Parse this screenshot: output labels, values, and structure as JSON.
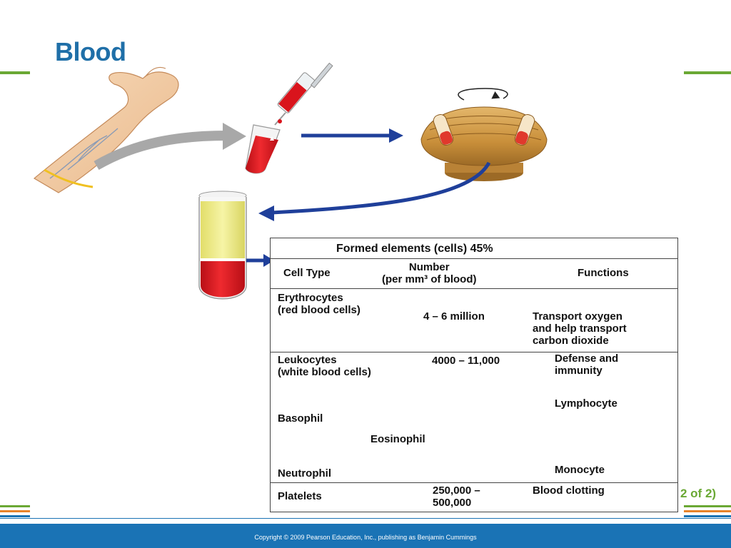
{
  "slide": {
    "title": "Blood",
    "page_count": "2 of 2)",
    "copyright": "Copyright © 2009 Pearson Education, Inc., publishing as Benjamin Cummings"
  },
  "colors": {
    "title": "#1f6fa8",
    "accent_green": "#6aa834",
    "accent_orange": "#e8832a",
    "footer_blue": "#1a73b5",
    "arrow_blue": "#1f3f9a",
    "blood_red": "#d9141c",
    "plasma_yellow": "#ece97a"
  },
  "table": {
    "header": "Formed elements (cells) 45%",
    "columns": {
      "cell_type": "Cell Type",
      "number": "Number\n(per mm³ of blood)",
      "functions": "Functions"
    },
    "erythrocytes": {
      "name": "Erythrocytes\n(red blood cells)",
      "number": "4 – 6 million",
      "function": "Transport oxygen\nand help transport\ncarbon dioxide"
    },
    "leukocytes": {
      "name": "Leukocytes\n(white blood cells)",
      "number": "4000 – 11,000",
      "function": "Defense and\nimmunity",
      "types": {
        "basophil": "Basophil",
        "eosinophil": "Eosinophil",
        "neutrophil": "Neutrophil",
        "lymphocyte": "Lymphocyte",
        "monocyte": "Monocyte"
      }
    },
    "platelets": {
      "name": "Platelets",
      "number": "250,000 –\n500,000",
      "function": "Blood clotting"
    }
  }
}
